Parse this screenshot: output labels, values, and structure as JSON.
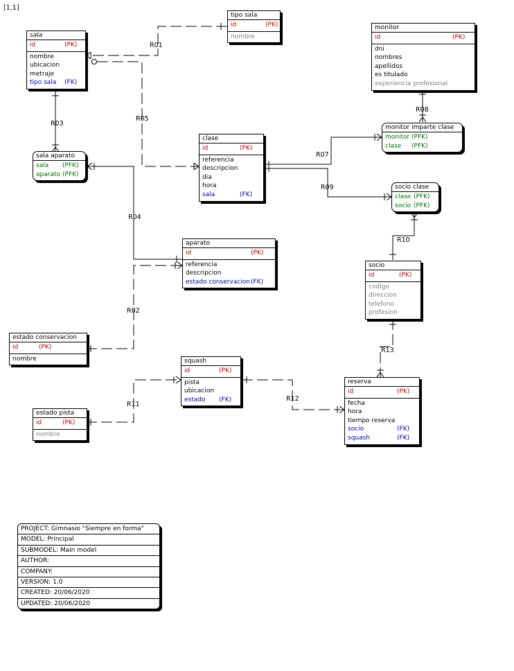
{
  "coord": "[1,1]",
  "entities": {
    "tipo_sala": {
      "title": "tipo sala",
      "keys": [
        {
          "name": "id",
          "tag": "(PK)",
          "cls": "pk"
        }
      ],
      "attrs": [
        {
          "name": "nombre",
          "cls": "opt"
        }
      ]
    },
    "sala": {
      "title": "sala",
      "keys": [
        {
          "name": "id",
          "tag": "(PK)",
          "cls": "pk"
        }
      ],
      "attrs": [
        {
          "name": "nombre"
        },
        {
          "name": "ubicacion"
        },
        {
          "name": "metraje"
        },
        {
          "name": "tipo sala",
          "tag": "(FK)",
          "cls": "fk"
        }
      ]
    },
    "monitor": {
      "title": "monitor",
      "keys": [
        {
          "name": "id",
          "tag": "(PK)",
          "cls": "pk"
        }
      ],
      "attrs": [
        {
          "name": "dni"
        },
        {
          "name": "nombres"
        },
        {
          "name": "apellidos"
        },
        {
          "name": "es titulado"
        },
        {
          "name": "experiencia profesional",
          "cls": "opt"
        }
      ]
    },
    "monitor_imparte_clase": {
      "title": "monitor imparte clase",
      "keys": [
        {
          "name": "monitor",
          "tag": "(PFK)",
          "cls": "pfk"
        },
        {
          "name": "clase",
          "tag": "(PFK)",
          "cls": "pfk"
        }
      ],
      "attrs": []
    },
    "clase": {
      "title": "clase",
      "keys": [
        {
          "name": "id",
          "tag": "(PK)",
          "cls": "pk"
        }
      ],
      "attrs": [
        {
          "name": "referencia"
        },
        {
          "name": "descripcion"
        },
        {
          "name": "dia"
        },
        {
          "name": "hora"
        },
        {
          "name": "sala",
          "tag": "(FK)",
          "cls": "fk"
        }
      ]
    },
    "sala_aparato": {
      "title": "sala aparato",
      "keys": [
        {
          "name": "sala",
          "tag": "(PFK)",
          "cls": "pfk"
        },
        {
          "name": "aparato",
          "tag": "(PFK)",
          "cls": "pfk"
        }
      ],
      "attrs": []
    },
    "socio_clase": {
      "title": "socio clase",
      "keys": [
        {
          "name": "clase",
          "tag": "(PFK)",
          "cls": "pfk"
        },
        {
          "name": "socio",
          "tag": "(PFK)",
          "cls": "pfk"
        }
      ],
      "attrs": []
    },
    "aparato": {
      "title": "aparato",
      "keys": [
        {
          "name": "id",
          "tag": "(PK)",
          "cls": "pk"
        }
      ],
      "attrs": [
        {
          "name": "referencia"
        },
        {
          "name": "descripcion"
        },
        {
          "name": "estado conservacion",
          "tag": "(FK)",
          "cls": "fk"
        }
      ]
    },
    "socio": {
      "title": "socio",
      "keys": [
        {
          "name": "id",
          "tag": "(PK)",
          "cls": "pk"
        }
      ],
      "attrs": [
        {
          "name": "codigo",
          "cls": "opt"
        },
        {
          "name": "direccion",
          "cls": "opt"
        },
        {
          "name": "telefono",
          "cls": "opt"
        },
        {
          "name": "profesion",
          "cls": "opt"
        }
      ]
    },
    "estado_conservacion": {
      "title": "estado conservacion",
      "keys": [
        {
          "name": "id",
          "tag": "(PK)",
          "cls": "pk"
        }
      ],
      "attrs": [
        {
          "name": "nombre"
        }
      ]
    },
    "squash": {
      "title": "squash",
      "keys": [
        {
          "name": "id",
          "tag": "(PK)",
          "cls": "pk"
        }
      ],
      "attrs": [
        {
          "name": "pista"
        },
        {
          "name": "ubicacion"
        },
        {
          "name": "estado",
          "tag": "(FK)",
          "cls": "fk"
        }
      ]
    },
    "estado_pista": {
      "title": "estado pista",
      "keys": [
        {
          "name": "id",
          "tag": "(PK)",
          "cls": "pk"
        }
      ],
      "attrs": [
        {
          "name": "nombre",
          "cls": "opt"
        }
      ]
    },
    "reserva": {
      "title": "reserva",
      "keys": [
        {
          "name": "id",
          "tag": "(PK)",
          "cls": "pk"
        }
      ],
      "attrs": [
        {
          "name": "fecha"
        },
        {
          "name": "hora"
        },
        {
          "name": "tiempo reserva"
        },
        {
          "name": "socio",
          "tag": "(FK)",
          "cls": "fk"
        },
        {
          "name": "squash",
          "tag": "(FK)",
          "cls": "fk"
        }
      ]
    }
  },
  "relationships": {
    "r01": "R01",
    "r02": "R02",
    "r03": "R03",
    "r04": "R04",
    "r05": "R05",
    "r07": "R07",
    "r08": "R08",
    "r09": "R09",
    "r10": "R10",
    "r11": "R11",
    "r12": "R12",
    "r13": "R13"
  },
  "project_info": [
    "PROJECT: Gimnasio \"Siempre en forma\"",
    "MODEL: Principal",
    "SUBMODEL: Main model",
    "AUTHOR:",
    "COMPANY:",
    "VERSION: 1.0",
    "CREATED: 20/06/2020",
    "UPDATED: 20/06/2020"
  ]
}
